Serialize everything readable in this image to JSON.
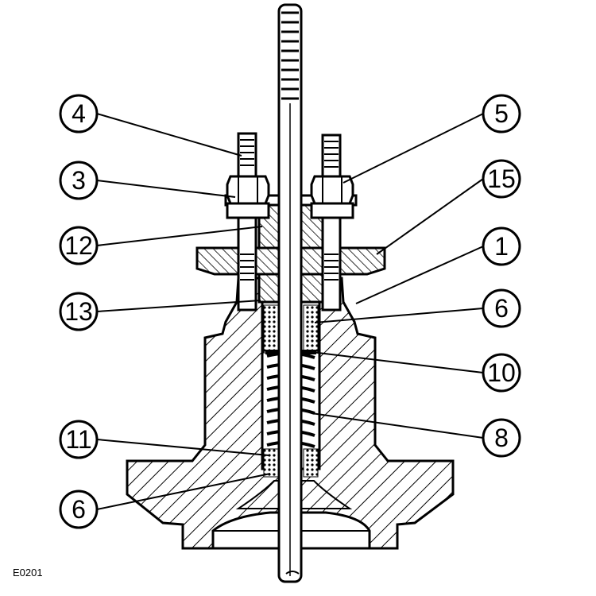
{
  "figure": {
    "code": "E0201",
    "callouts": [
      {
        "id": "c4",
        "label": "4"
      },
      {
        "id": "c3",
        "label": "3"
      },
      {
        "id": "c12",
        "label": "12"
      },
      {
        "id": "c13",
        "label": "13"
      },
      {
        "id": "c11",
        "label": "11"
      },
      {
        "id": "c6a",
        "label": "6"
      },
      {
        "id": "c5",
        "label": "5"
      },
      {
        "id": "c15",
        "label": "15"
      },
      {
        "id": "c1",
        "label": "1"
      },
      {
        "id": "c6b",
        "label": "6"
      },
      {
        "id": "c10",
        "label": "10"
      },
      {
        "id": "c8",
        "label": "8"
      }
    ]
  }
}
